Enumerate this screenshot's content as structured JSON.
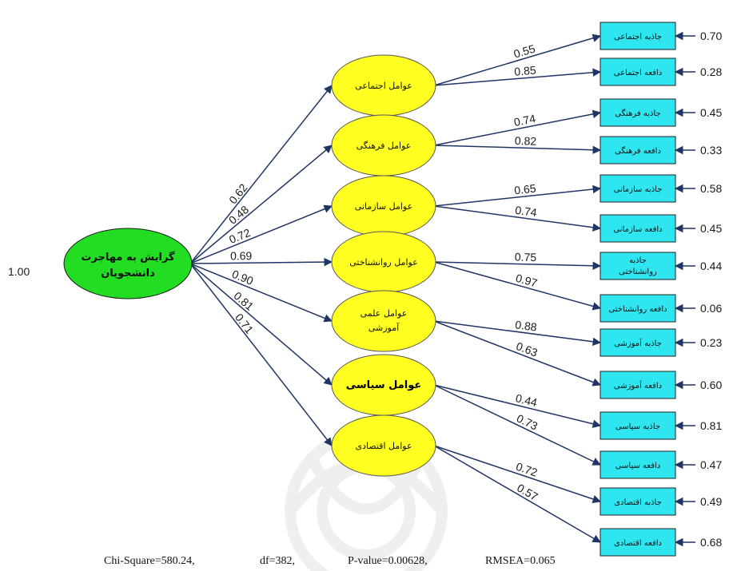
{
  "root": {
    "label_line1": "گرایش به مهاجرت",
    "label_line2": "دانشجویان",
    "variance": "1.00",
    "color": "#22dd22"
  },
  "factor_color": "#ffff22",
  "indicator_color": "#2fe6f0",
  "edge_color": "#1f3566",
  "factors": [
    {
      "lines": [
        "عوامل اجتماعی"
      ],
      "coef": "0.62",
      "bold": false,
      "indicators": [
        {
          "lines": [
            "جاذبه اجتماعی"
          ],
          "loading": "0.55",
          "error": "0.70"
        },
        {
          "lines": [
            "دافعه اجتماعی"
          ],
          "loading": "0.85",
          "error": "0.28"
        }
      ]
    },
    {
      "lines": [
        "عوامل فرهنگی"
      ],
      "coef": "0.48",
      "bold": false,
      "indicators": [
        {
          "lines": [
            "جاذبه فرهنگی"
          ],
          "loading": "0.74",
          "error": "0.45"
        },
        {
          "lines": [
            "دافعه فرهنگی"
          ],
          "loading": "0.82",
          "error": "0.33"
        }
      ]
    },
    {
      "lines": [
        "عوامل سازمانی"
      ],
      "coef": "0.72",
      "bold": false,
      "indicators": [
        {
          "lines": [
            "جاذبه سازمانی"
          ],
          "loading": "0.65",
          "error": "0.58"
        },
        {
          "lines": [
            "دافعه سازمانی"
          ],
          "loading": "0.74",
          "error": "0.45"
        }
      ]
    },
    {
      "lines": [
        "عوامل روانشناختی"
      ],
      "coef": "0.69",
      "bold": false,
      "indicators": [
        {
          "lines": [
            "جاذبه",
            "روانشناختی"
          ],
          "loading": "0.75",
          "error": "0.44"
        },
        {
          "lines": [
            "دافعه روانشناختی"
          ],
          "loading": "0.97",
          "error": "0.06"
        }
      ]
    },
    {
      "lines": [
        "عوامل علمی",
        "آموزشی"
      ],
      "coef": "0.90",
      "bold": false,
      "indicators": [
        {
          "lines": [
            "جاذبه آموزشی"
          ],
          "loading": "0.88",
          "error": "0.23"
        },
        {
          "lines": [
            "دافعه آموزشی"
          ],
          "loading": "0.63",
          "error": "0.60"
        }
      ]
    },
    {
      "lines": [
        "عوامل سیاسی"
      ],
      "coef": "0.81",
      "bold": true,
      "indicators": [
        {
          "lines": [
            "جاذبه سیاسی"
          ],
          "loading": "0.44",
          "error": "0.81"
        },
        {
          "lines": [
            "دافعه سیاسی"
          ],
          "loading": "0.73",
          "error": "0.47"
        }
      ]
    },
    {
      "lines": [
        "عوامل اقتصادی"
      ],
      "coef": "0.71",
      "bold": false,
      "indicators": [
        {
          "lines": [
            "جاذبه اقتصادی"
          ],
          "loading": "0.72",
          "error": "0.49"
        },
        {
          "lines": [
            "دافعه اقتصادی"
          ],
          "loading": "0.57",
          "error": "0.68"
        }
      ]
    }
  ],
  "stats": {
    "chi_square": "Chi-Square=580.24,",
    "df": "df=382,",
    "p_value": "P-value=0.00628,",
    "rmsea": "RMSEA=0.065"
  }
}
